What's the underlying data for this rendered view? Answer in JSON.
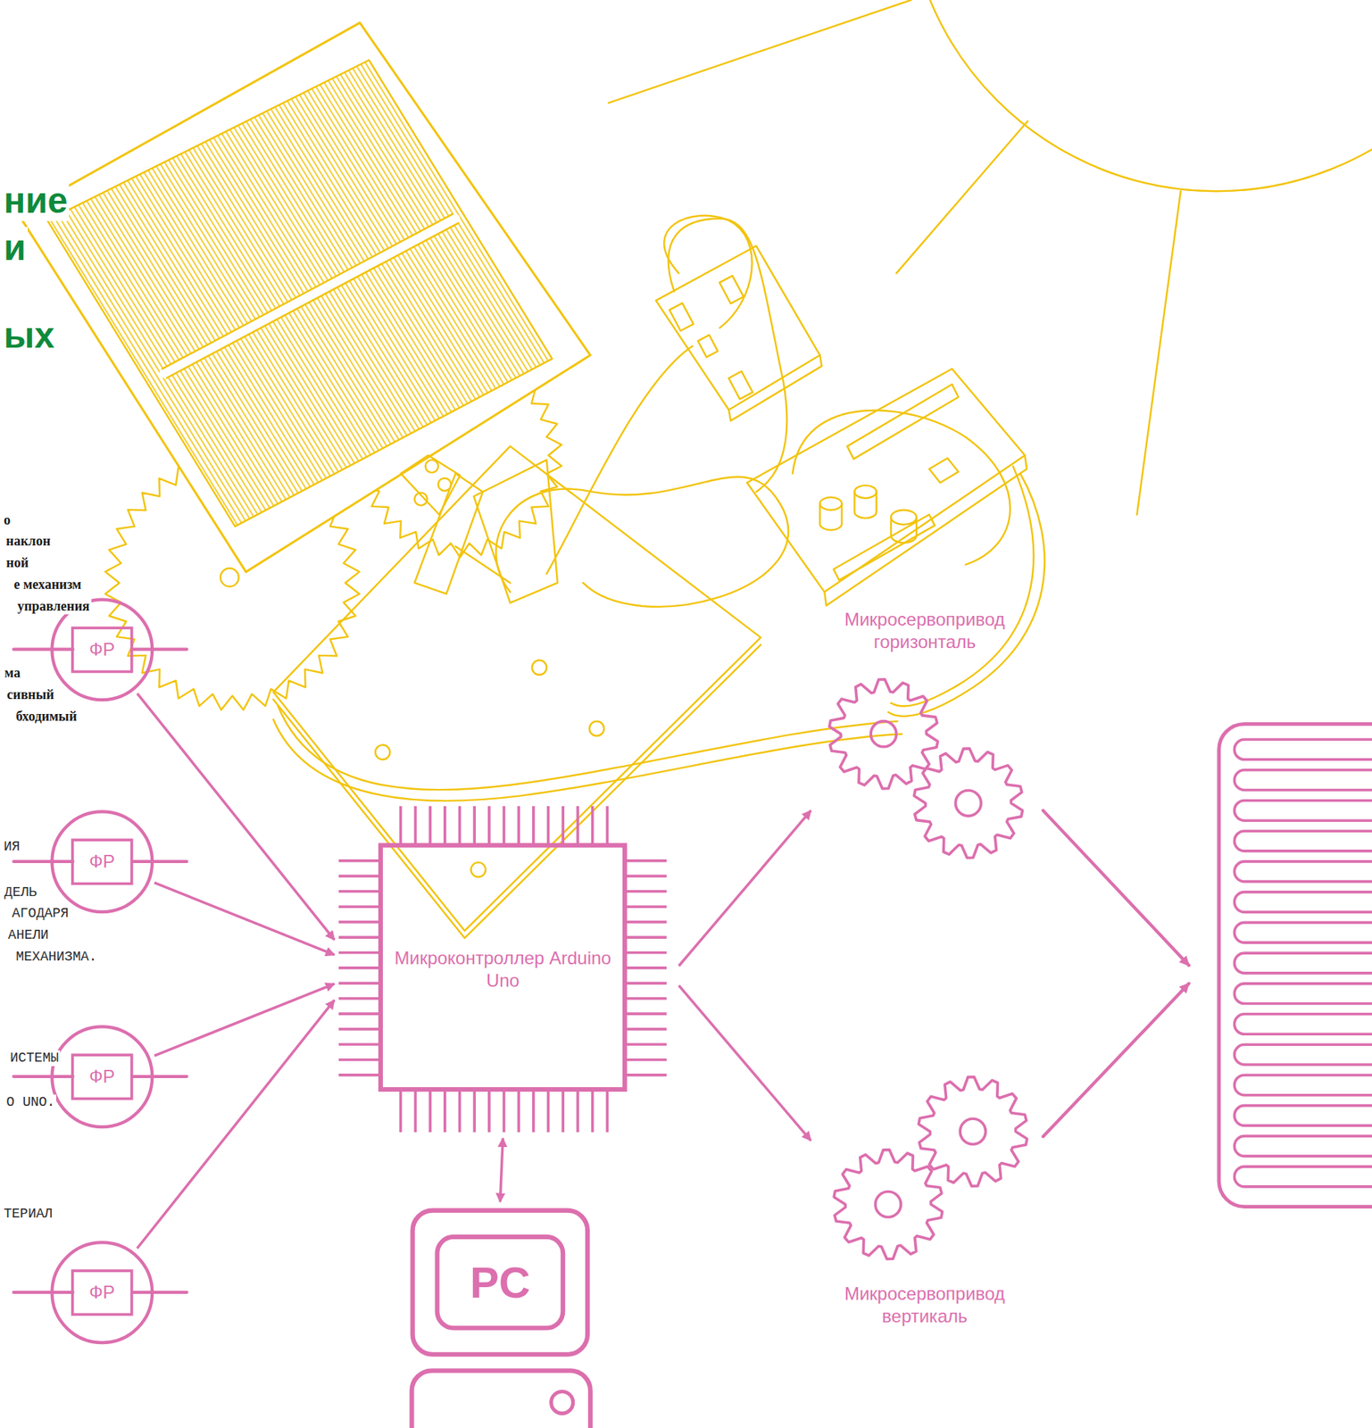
{
  "diagram": {
    "nodes": [
      {
        "text": [
          "ФР"
        ]
      },
      {
        "text": [
          "ФР"
        ]
      },
      {
        "text": [
          "ФР"
        ]
      },
      {
        "text": [
          "ФР"
        ]
      },
      {
        "text": [
          "Микроконтроллер Arduino Uno"
        ]
      },
      {
        "text": [
          "PC"
        ]
      },
      {
        "text": [
          "Микросервопривод горизонталь"
        ]
      },
      {
        "text": [
          "Микросервопривод вертикаль"
        ]
      }
    ],
    "edges": [
      {
        "from": 0,
        "to": 4,
        "arrow": "to"
      },
      {
        "from": 1,
        "to": 4,
        "arrow": "to"
      },
      {
        "from": 2,
        "to": 4,
        "arrow": "to"
      },
      {
        "from": 3,
        "to": 4,
        "arrow": "to"
      },
      {
        "from": 4,
        "to": 5,
        "arrow": "both"
      },
      {
        "from": 4,
        "to": 6,
        "arrow": "to"
      },
      {
        "from": 4,
        "to": 7,
        "arrow": "to"
      }
    ],
    "labels": [
      "ние",
      "и",
      "ых",
      "о",
      "наклон",
      "ной",
      "е механизм",
      "управления",
      "ма",
      "сивный",
      "бходимый",
      "ИЯ",
      "ДЕЛЬ",
      "АГОДАРЯ",
      "АНЕЛИ",
      "МЕХАНИЗМА.",
      "ИСТЕМЫ",
      "O UNO.",
      "ТЕРИАЛ"
    ]
  }
}
